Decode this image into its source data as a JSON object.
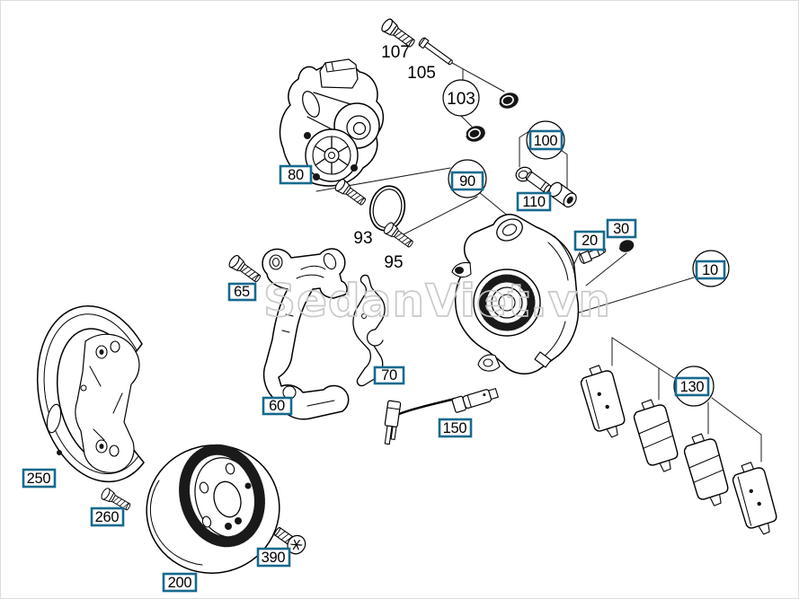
{
  "diagram": {
    "watermark": "SedanViet.vn",
    "callout_box_color": "#17698e",
    "line_color": "#000000",
    "labels": [
      {
        "id": "107",
        "text": "107",
        "style": "plain"
      },
      {
        "id": "105",
        "text": "105",
        "style": "plain"
      },
      {
        "id": "103",
        "text": "103",
        "style": "circle"
      },
      {
        "id": "100",
        "text": "100",
        "style": "circle-box"
      },
      {
        "id": "110",
        "text": "110",
        "style": "box"
      },
      {
        "id": "80",
        "text": "80",
        "style": "box"
      },
      {
        "id": "90",
        "text": "90",
        "style": "circle-box"
      },
      {
        "id": "93",
        "text": "93",
        "style": "plain"
      },
      {
        "id": "95",
        "text": "95",
        "style": "plain"
      },
      {
        "id": "20",
        "text": "20",
        "style": "box"
      },
      {
        "id": "30",
        "text": "30",
        "style": "box"
      },
      {
        "id": "10",
        "text": "10",
        "style": "circle-box"
      },
      {
        "id": "65",
        "text": "65",
        "style": "box"
      },
      {
        "id": "70",
        "text": "70",
        "style": "box"
      },
      {
        "id": "60",
        "text": "60",
        "style": "box"
      },
      {
        "id": "150",
        "text": "150",
        "style": "box"
      },
      {
        "id": "130",
        "text": "130",
        "style": "circle-box"
      },
      {
        "id": "250",
        "text": "250",
        "style": "box"
      },
      {
        "id": "260",
        "text": "260",
        "style": "box"
      },
      {
        "id": "200",
        "text": "200",
        "style": "box"
      },
      {
        "id": "390",
        "text": "390",
        "style": "box"
      }
    ]
  }
}
